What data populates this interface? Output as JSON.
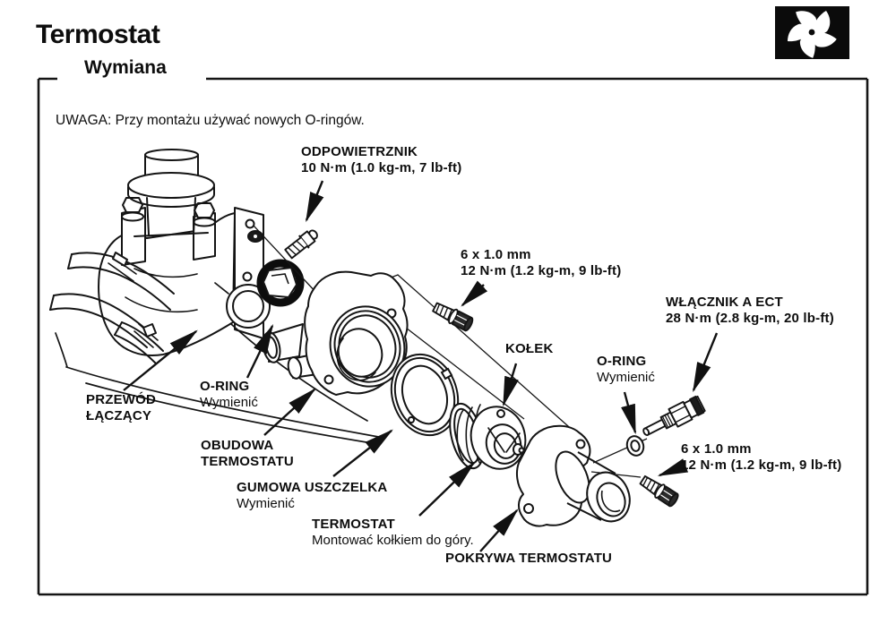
{
  "page": {
    "title": "Termostat",
    "subtitle": "Wymiana",
    "note": "UWAGA: Przy montażu używać nowych O-ringów."
  },
  "colors": {
    "ink": "#111111",
    "paper": "#ffffff"
  },
  "icon": {
    "corner": "fan-icon"
  },
  "labels": {
    "odpowietrznik": {
      "name": "ODPOWIETRZNIK",
      "torque": "10 N·m (1.0 kg-m, 7 lb-ft)"
    },
    "bolt_top": {
      "size": "6 x 1.0 mm",
      "torque": "12 N·m (1.2 kg-m, 9 lb-ft)"
    },
    "wlacznik_ect": {
      "name": "WŁĄCZNIK A ECT",
      "torque": "28 N·m (2.8 kg-m, 20 lb-ft)"
    },
    "kolek": {
      "name": "KOŁEK"
    },
    "oring_sensor": {
      "name": "O-RING",
      "note": "Wymienić"
    },
    "przewod": {
      "name_line1": "PRZEWÓD",
      "name_line2": "ŁĄCZĄCY"
    },
    "oring_housing": {
      "name": "O-RING",
      "note": "Wymienić"
    },
    "obudowa": {
      "name_line1": "OBUDOWA",
      "name_line2": "TERMOSTATU"
    },
    "gumowa": {
      "name": "GUMOWA USZCZELKA",
      "note": "Wymienić"
    },
    "termostat": {
      "name": "TERMOSTAT",
      "note": "Montować kołkiem do góry."
    },
    "pokrywa": {
      "name": "POKRYWA TERMOSTATU"
    },
    "bolt_bottom": {
      "size": "6 x 1.0 mm",
      "torque": "12 N·m (1.2 kg-m, 9 lb-ft)"
    }
  }
}
